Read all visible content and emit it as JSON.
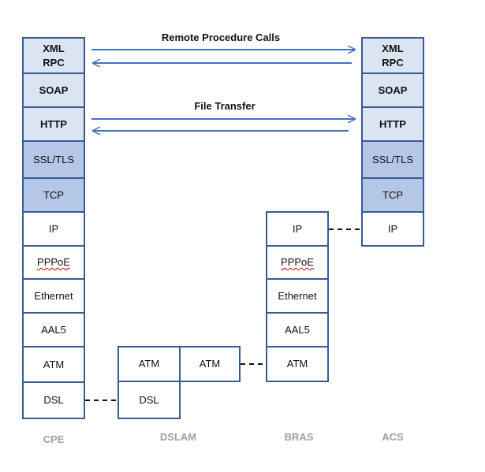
{
  "messages": {
    "remote_procedure_calls": "Remote Procedure Calls",
    "file_transfer": "File Transfer"
  },
  "columns": {
    "cpe": "CPE",
    "dslam": "DSLAM",
    "bras": "BRAS",
    "acs": "ACS"
  },
  "cpe_stack": {
    "xml_rpc": [
      "XML",
      "RPC"
    ],
    "soap": "SOAP",
    "http": "HTTP",
    "ssl_tls": "SSL/TLS",
    "tcp": "TCP",
    "ip": "IP",
    "pppoe": "PPPoE",
    "ethernet": "Ethernet",
    "aal5": "AAL5",
    "atm": "ATM",
    "dsl": "DSL"
  },
  "acs_stack": {
    "xml_rpc": [
      "XML",
      "RPC"
    ],
    "soap": "SOAP",
    "http": "HTTP",
    "ssl_tls": "SSL/TLS",
    "tcp": "TCP",
    "ip": "IP"
  },
  "bras_stack": {
    "ip": "IP",
    "pppoe": "PPPoE",
    "ethernet": "Ethernet",
    "aal5": "AAL5",
    "atm": "ATM"
  },
  "dslam_stack": {
    "atm_left": "ATM",
    "atm_right": "ATM",
    "dsl": "DSL"
  },
  "colors": {
    "border": "#3a5a94",
    "arrow": "#4472c4",
    "light_fill": "#dbe4f3",
    "mid_fill": "#b4c7e7",
    "column_label": "#a0a0a0"
  }
}
